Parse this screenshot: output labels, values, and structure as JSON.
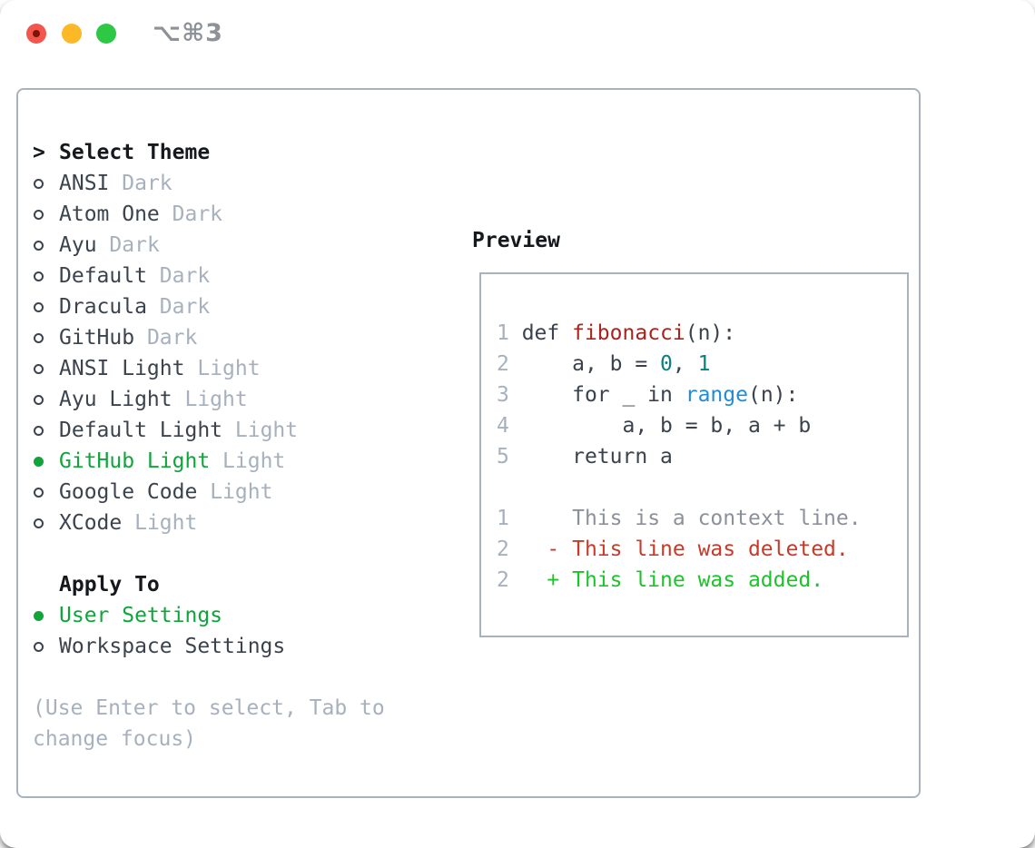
{
  "window": {
    "shortcut_label": "⌥⌘3"
  },
  "theme_picker": {
    "prompt_prefix": ">",
    "title": "Select Theme",
    "themes": [
      {
        "name": "ANSI",
        "variant": "Dark",
        "selected": false
      },
      {
        "name": "Atom One",
        "variant": "Dark",
        "selected": false
      },
      {
        "name": "Ayu",
        "variant": "Dark",
        "selected": false
      },
      {
        "name": "Default",
        "variant": "Dark",
        "selected": false
      },
      {
        "name": "Dracula",
        "variant": "Dark",
        "selected": false
      },
      {
        "name": "GitHub",
        "variant": "Dark",
        "selected": false
      },
      {
        "name": "ANSI Light",
        "variant": "Light",
        "selected": false
      },
      {
        "name": "Ayu Light",
        "variant": "Light",
        "selected": false
      },
      {
        "name": "Default Light",
        "variant": "Light",
        "selected": false
      },
      {
        "name": "GitHub Light",
        "variant": "Light",
        "selected": true
      },
      {
        "name": "Google Code",
        "variant": "Light",
        "selected": false
      },
      {
        "name": "XCode",
        "variant": "Light",
        "selected": false
      }
    ]
  },
  "apply_to": {
    "title": "Apply To",
    "options": [
      {
        "label": "User Settings",
        "selected": true
      },
      {
        "label": "Workspace Settings",
        "selected": false
      }
    ]
  },
  "hint": {
    "line1": "(Use Enter to select, Tab to",
    "line2": "change focus)"
  },
  "preview": {
    "title": "Preview",
    "code_lines": [
      {
        "segs": [
          {
            "t": "1",
            "c": "ln"
          },
          {
            "t": " def ",
            "c": "tx"
          },
          {
            "t": "fibonacci",
            "c": "fn"
          },
          {
            "t": "(n):",
            "c": "tx"
          }
        ]
      },
      {
        "segs": [
          {
            "t": "2",
            "c": "ln"
          },
          {
            "t": "     a, b = ",
            "c": "tx"
          },
          {
            "t": "0",
            "c": "teal"
          },
          {
            "t": ", ",
            "c": "tx"
          },
          {
            "t": "1",
            "c": "teal"
          }
        ]
      },
      {
        "segs": [
          {
            "t": "3",
            "c": "ln"
          },
          {
            "t": "     for _ in ",
            "c": "tx"
          },
          {
            "t": "range",
            "c": "blue"
          },
          {
            "t": "(n):",
            "c": "tx"
          }
        ]
      },
      {
        "segs": [
          {
            "t": "4",
            "c": "ln"
          },
          {
            "t": "         a, b = b, a + b",
            "c": "tx"
          }
        ]
      },
      {
        "segs": [
          {
            "t": "5",
            "c": "ln"
          },
          {
            "t": "     return a",
            "c": "tx"
          }
        ]
      },
      {
        "segs": [
          {
            "t": "",
            "c": "tx"
          }
        ]
      },
      {
        "segs": [
          {
            "t": "1",
            "c": "ln"
          },
          {
            "t": "     ",
            "c": "tx"
          },
          {
            "t": "This is a context line.",
            "c": "ctx"
          }
        ]
      },
      {
        "segs": [
          {
            "t": "2",
            "c": "ln"
          },
          {
            "t": "   ",
            "c": "tx"
          },
          {
            "t": "- This line was deleted.",
            "c": "del"
          }
        ]
      },
      {
        "segs": [
          {
            "t": "2",
            "c": "ln"
          },
          {
            "t": "   ",
            "c": "tx"
          },
          {
            "t": "+ This line was added.",
            "c": "add"
          }
        ]
      }
    ]
  },
  "colors": {
    "selected_green": "#0fa53a",
    "added_green": "#1dc32b",
    "deleted_red": "#c83a28",
    "function_red": "#a7251d",
    "number_teal": "#0c7d80",
    "builtin_blue": "#1f8dd6",
    "muted_gray": "#a7b1bd",
    "text_dark": "#3a424d",
    "border_gray": "#a9b3bd",
    "traffic_red": "#f2564c",
    "traffic_yellow": "#fcb827",
    "traffic_green": "#2dc845"
  }
}
